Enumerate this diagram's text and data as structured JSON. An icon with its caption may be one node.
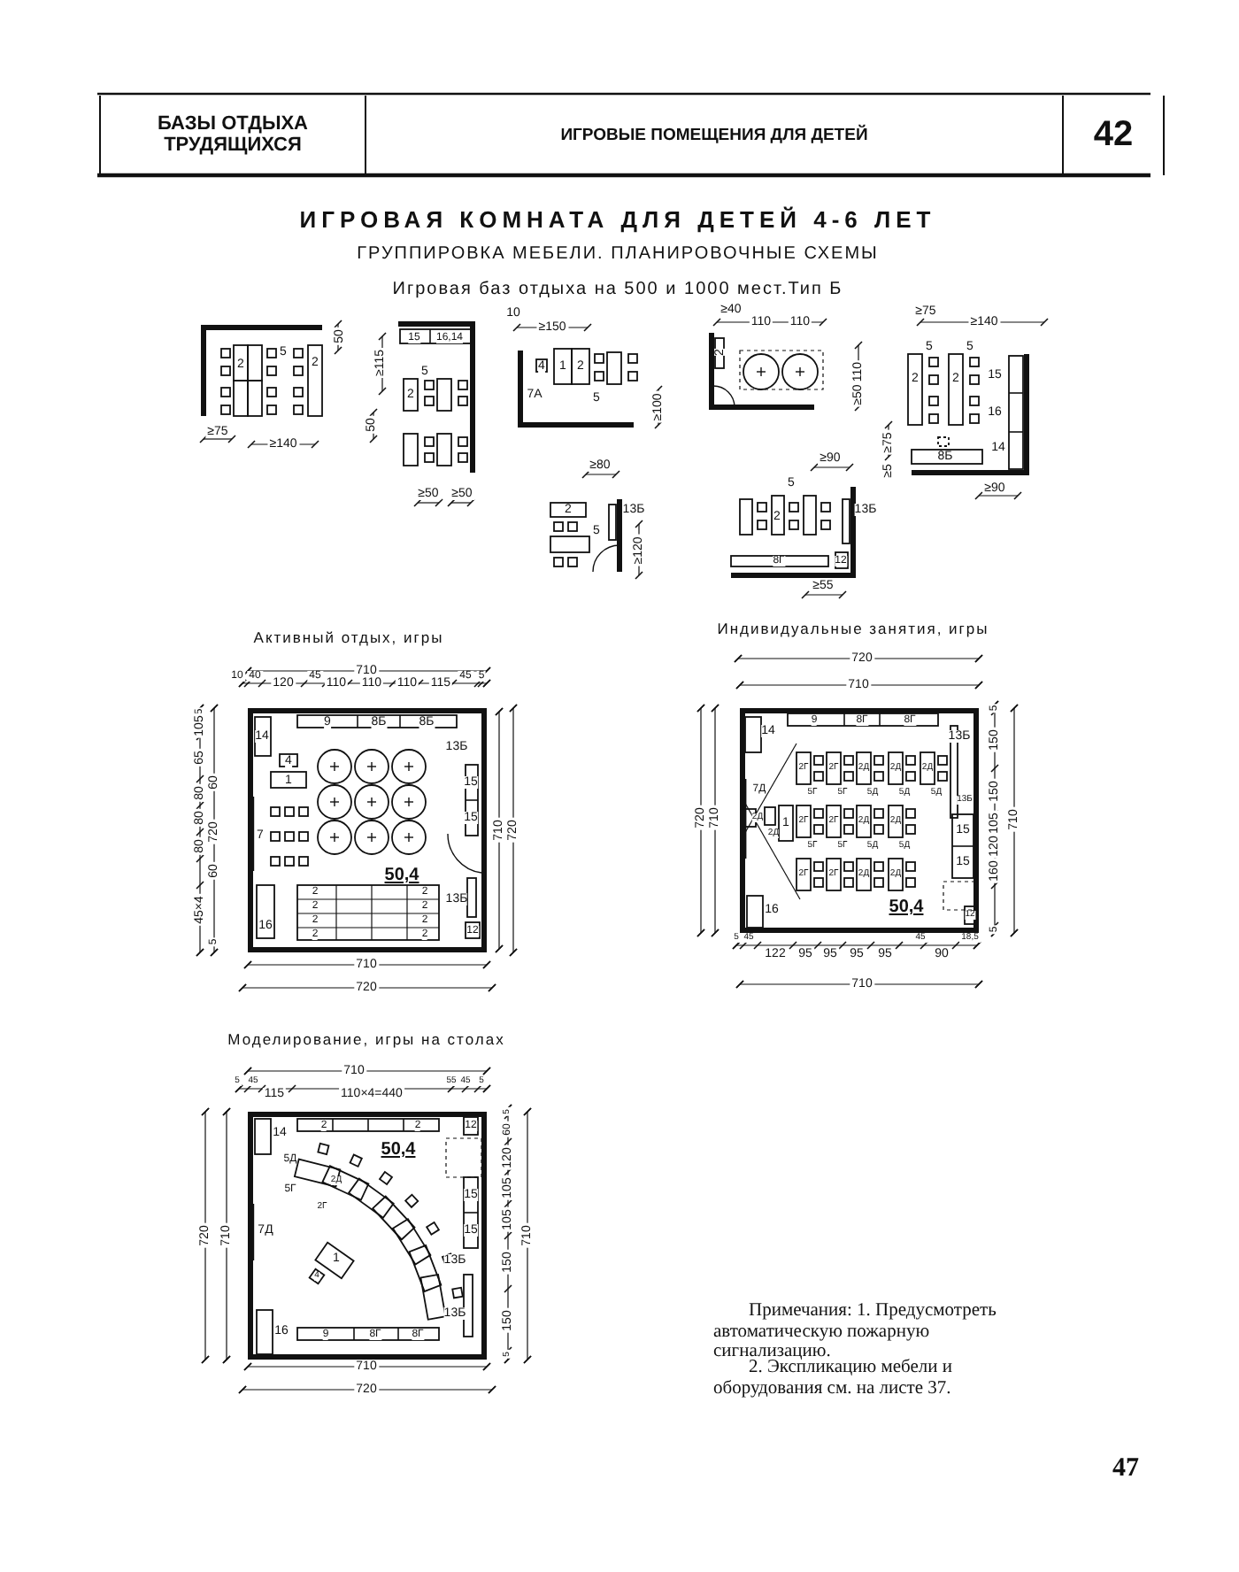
{
  "diagram": {
    "title": "ИГРОВАЯ КОМНАТА ДЛЯ ДЕТЕЙ 4-6 ЛЕТ",
    "nodes": [
      {
        "text": [
          "БАЗЫ ОТДЫХА ТРУДЯЩИХСЯ"
        ]
      },
      {
        "text": [
          "ИГРОВЫЕ ПОМЕЩЕНИЯ ДЛЯ ДЕТЕЙ"
        ]
      },
      {
        "text": [
          "42"
        ]
      },
      {
        "text": [
          "50,4"
        ]
      },
      {
        "text": [
          "50,4"
        ]
      },
      {
        "text": [
          "50,4"
        ]
      }
    ],
    "labels": [
      "ГРУППИРОВКА МЕБЕЛИ. ПЛАНИРОВОЧНЫЕ СХЕМЫ",
      "Игровая баз отдыха на 500 и 1000 мест.Тип Б",
      "50",
      "2",
      "5",
      "2",
      "≥75",
      "≥140",
      "15",
      "16,14",
      "≥115",
      "5",
      "2",
      "50",
      "≥50",
      "≥50",
      "10",
      "≥150",
      "4",
      "1",
      "2",
      "7А",
      "5",
      "≥100",
      "2",
      "≥40",
      "110",
      "110",
      "110",
      "≥50",
      "≥75",
      "≥140",
      "5",
      "5",
      "2",
      "2",
      "15",
      "16",
      "14",
      "8Б",
      "≥75",
      "≥5",
      "≥90",
      "≥80",
      "2",
      "5",
      "13Б",
      "≥120",
      "≥90",
      "5",
      "2",
      "13Б",
      "8Г",
      "12",
      "≥55",
      "Активный отдых, игры",
      "710",
      "10",
      "40",
      "120",
      "45",
      "110",
      "110",
      "110",
      "115",
      "45",
      "5",
      "5",
      "105",
      "65",
      "60",
      "80",
      "720",
      "80",
      "80",
      "60",
      "45×4",
      "5",
      "9",
      "8Б",
      "8Б",
      "14",
      "4",
      "13Б",
      "1",
      "15",
      "15",
      "7",
      "2",
      "2",
      "2",
      "2",
      "13Б",
      "2",
      "2",
      "2",
      "2",
      "16",
      "12",
      "710",
      "720",
      "710",
      "720",
      "Индивидуальные занятия, игры",
      "720",
      "710",
      "720",
      "710",
      "9",
      "8Г",
      "8Г",
      "14",
      "13Б",
      "5",
      "150",
      "150",
      "105",
      "120",
      "160",
      "5",
      "710",
      "2Г",
      "2Г",
      "2Д",
      "2Д",
      "2Д",
      "7Д",
      "5Г",
      "5Г",
      "5Д",
      "5Д",
      "5Д",
      "13Б",
      "2Д",
      "2Д",
      "1",
      "2Г",
      "2Г",
      "2Д",
      "2Д",
      "15",
      "5Г",
      "5Г",
      "5Д",
      "5Д",
      "15",
      "2Г",
      "2Г",
      "2Д",
      "2Д",
      "16",
      "12",
      "5",
      "45",
      "122",
      "95",
      "95",
      "95",
      "95",
      "45",
      "90",
      "18,5",
      "710",
      "Моделирование, игры на столах",
      "710",
      "5",
      "45",
      "115",
      "110×4=440",
      "55",
      "45",
      "5",
      "720",
      "710",
      "2",
      "2",
      "12",
      "14",
      "5",
      "60",
      "120",
      "105",
      "105",
      "150",
      "150",
      "5",
      "710",
      "5Д",
      "2Д",
      "5Г",
      "2Г",
      "15",
      "7Д",
      "15",
      "1",
      "13Б",
      "4",
      "13Б",
      "16",
      "9",
      "8Г",
      "8Г",
      "710",
      "720",
      "Примечания: 1. Предусмотреть автоматическую пожарную сигнализацию.",
      "2. Экспликацию мебели и оборудования см. на листе 37.",
      "47"
    ]
  }
}
